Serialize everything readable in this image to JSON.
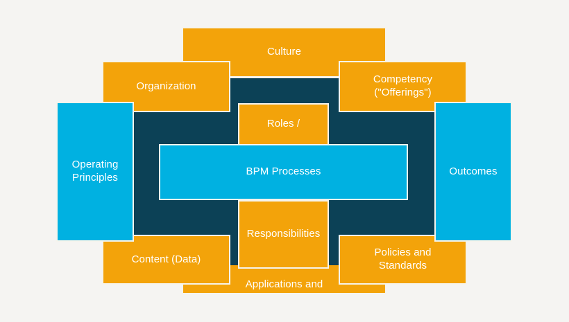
{
  "diagram": {
    "name": "BPM operating model block diagram",
    "colors": {
      "background": "#F5F4F2",
      "orange": "#F3A30A",
      "cyan": "#00B1E1",
      "navy": "#0C4156",
      "box_border": "#F6F4EC",
      "text": "#FFFFFF"
    },
    "boxes": {
      "culture": {
        "label": "Culture",
        "color": "orange"
      },
      "organization": {
        "label": "Organization",
        "color": "orange"
      },
      "competency": {
        "label": "Competency\n(\"Offerings\")",
        "color": "orange"
      },
      "operating_principles": {
        "label": "Operating\nPrinciples",
        "color": "cyan"
      },
      "outcomes": {
        "label": "Outcomes",
        "color": "cyan"
      },
      "roles": {
        "label": "Roles /",
        "color": "orange"
      },
      "bpm_processes": {
        "label": "BPM Processes",
        "color": "cyan"
      },
      "responsibilities": {
        "label": "Responsibilities",
        "color": "orange"
      },
      "content_data": {
        "label": "Content (Data)",
        "color": "orange"
      },
      "policies_standards": {
        "label": "Policies and\nStandards",
        "color": "orange"
      },
      "applications": {
        "label": "Applications and",
        "color": "orange"
      }
    }
  }
}
